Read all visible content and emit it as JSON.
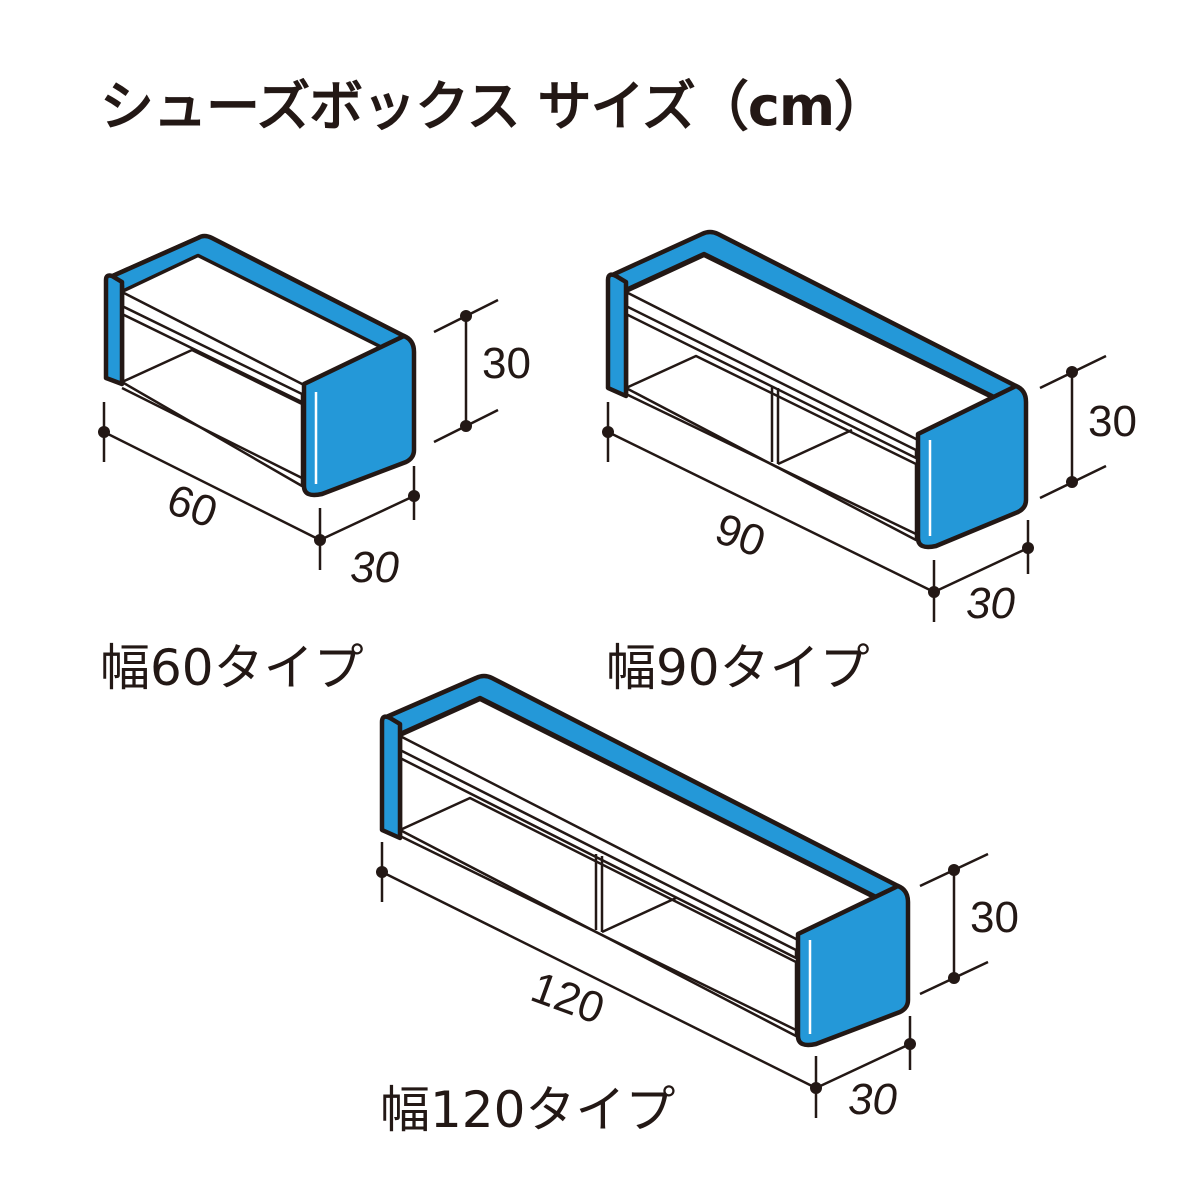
{
  "title": "シューズボックス サイズ（cm）",
  "colors": {
    "body": "#2498d8",
    "outline": "#231815",
    "panel": "#ffffff"
  },
  "types": [
    {
      "caption": "幅60タイプ",
      "width": "60",
      "depth": "30",
      "height": "30"
    },
    {
      "caption": "幅90タイプ",
      "width": "90",
      "depth": "30",
      "height": "30"
    },
    {
      "caption": "幅120タイプ",
      "width": "120",
      "depth": "30",
      "height": "30"
    }
  ]
}
